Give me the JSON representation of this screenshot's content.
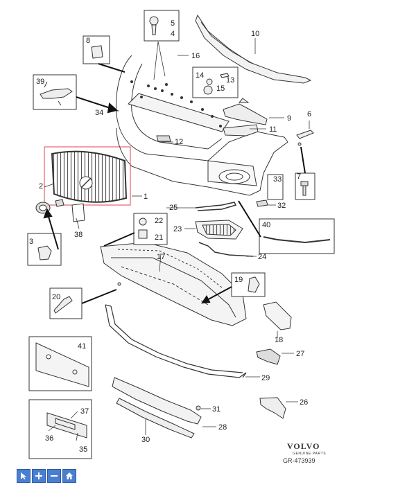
{
  "callouts": {
    "c1": "1",
    "c2": "2",
    "c3": "3",
    "c4": "4",
    "c5": "5",
    "c6": "6",
    "c7": "7",
    "c8": "8",
    "c9": "9",
    "c10": "10",
    "c11": "11",
    "c12": "12",
    "c13": "13",
    "c14": "14",
    "c15": "15",
    "c16": "16",
    "c17": "17",
    "c18": "18",
    "c19": "19",
    "c20": "20",
    "c21": "21",
    "c22": "22",
    "c23": "23",
    "c24": "24",
    "c25": "25",
    "c26": "26",
    "c27": "27",
    "c28": "28",
    "c29": "29",
    "c30": "30",
    "c31": "31",
    "c32": "32",
    "c33": "33",
    "c34": "34",
    "c35": "35",
    "c36": "36",
    "c37": "37",
    "c38": "38",
    "c39": "39",
    "c40": "40",
    "c41": "41"
  },
  "brand": {
    "name": "VOLVO",
    "sub": "GENUINE PARTS",
    "ref": "GR-473939"
  },
  "toolbar": {
    "buttons": [
      {
        "name": "select-tool-button",
        "icon": "cursor-icon"
      },
      {
        "name": "zoom-in-button",
        "icon": "plus-icon"
      },
      {
        "name": "zoom-out-button",
        "icon": "minus-icon"
      },
      {
        "name": "home-button",
        "icon": "home-icon"
      }
    ]
  },
  "highlight_color": "#e04050"
}
